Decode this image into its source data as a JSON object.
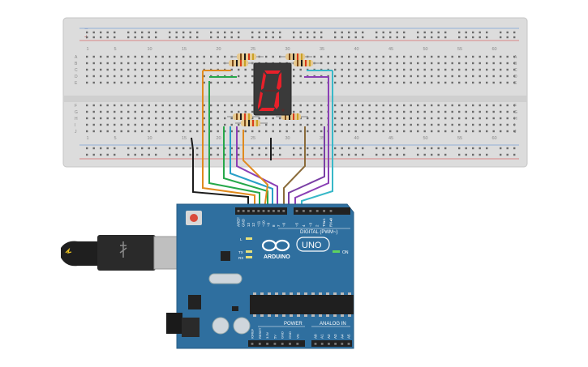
{
  "breadboard": {
    "column_numbers": [
      "1",
      "5",
      "10",
      "15",
      "20",
      "25",
      "30",
      "35",
      "40",
      "45",
      "50",
      "55",
      "60"
    ],
    "top_rows": [
      "A",
      "B",
      "C",
      "D",
      "E"
    ],
    "bottom_rows": [
      "F",
      "G",
      "H",
      "I",
      "J"
    ],
    "rail_minus": "−",
    "rail_plus": "+"
  },
  "display": {
    "digit": "0",
    "segment_color": "#e8202a"
  },
  "arduino": {
    "brand": "ARDUINO",
    "model": "UNO",
    "digital_label": "DIGITAL (PWM~)",
    "power_label": "POWER",
    "analog_label": "ANALOG IN",
    "on_label": "ON",
    "led_l": "L",
    "led_tx": "TX",
    "led_rx": "RX",
    "top_pin_labels": [
      "AREF",
      "GND",
      "13",
      "12",
      "~11",
      "~10",
      "~9",
      "8",
      "7",
      "~6",
      "~5",
      "4",
      "~3",
      "2",
      "TX▸1",
      "RX◂0"
    ],
    "power_pin_labels": [
      "IOREF",
      "RESET",
      "3.3V",
      "5V",
      "GND",
      "GND",
      "Vin"
    ],
    "analog_pin_labels": [
      "A0",
      "A1",
      "A2",
      "A3",
      "A4",
      "A5"
    ],
    "board_color": "#2f6f9f"
  },
  "wires": {
    "colors": [
      "#1a1a1a",
      "#26a84a",
      "#2aa0c8",
      "#e08a1e",
      "#8a6b3a",
      "#8a3fb5",
      "#7a3fa5",
      "#38b8c8"
    ]
  }
}
